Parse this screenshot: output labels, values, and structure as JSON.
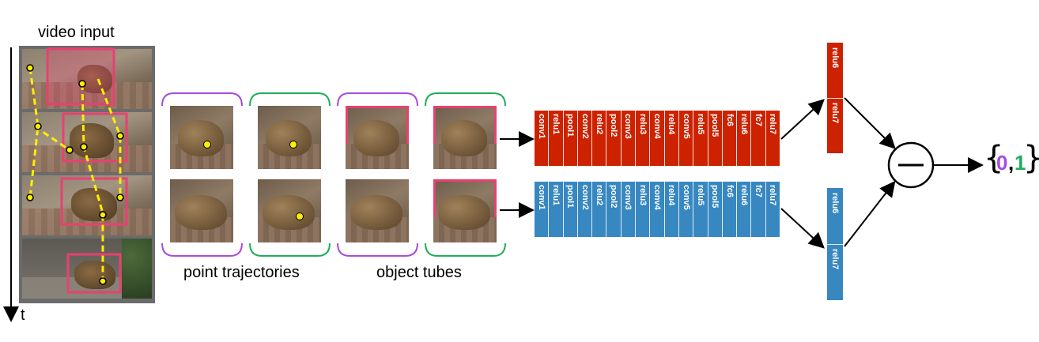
{
  "labels": {
    "video_input": "video input",
    "time": "t",
    "point_trajectories": "point trajectories",
    "object_tubes": "object tubes"
  },
  "layers": [
    "conv1",
    "relu1",
    "pool1",
    "conv2",
    "relu2",
    "pool2",
    "conv3",
    "relu3",
    "conv4",
    "relu4",
    "conv5",
    "relu5",
    "pool5",
    "fc6",
    "relu6",
    "fc7",
    "relu7"
  ],
  "fc_layers": [
    "relu6",
    "relu7"
  ],
  "output": {
    "label_0": "0",
    "comma": ",",
    "label_1": "1",
    "brace_open": "{",
    "brace_close": "}"
  },
  "colors": {
    "red_net": "#cc2200",
    "blue_net": "#3787c0",
    "purple": "#a64ce0",
    "green": "#1fae5b",
    "pink_box": "#e8416f",
    "trajectory": "#ffee00"
  }
}
